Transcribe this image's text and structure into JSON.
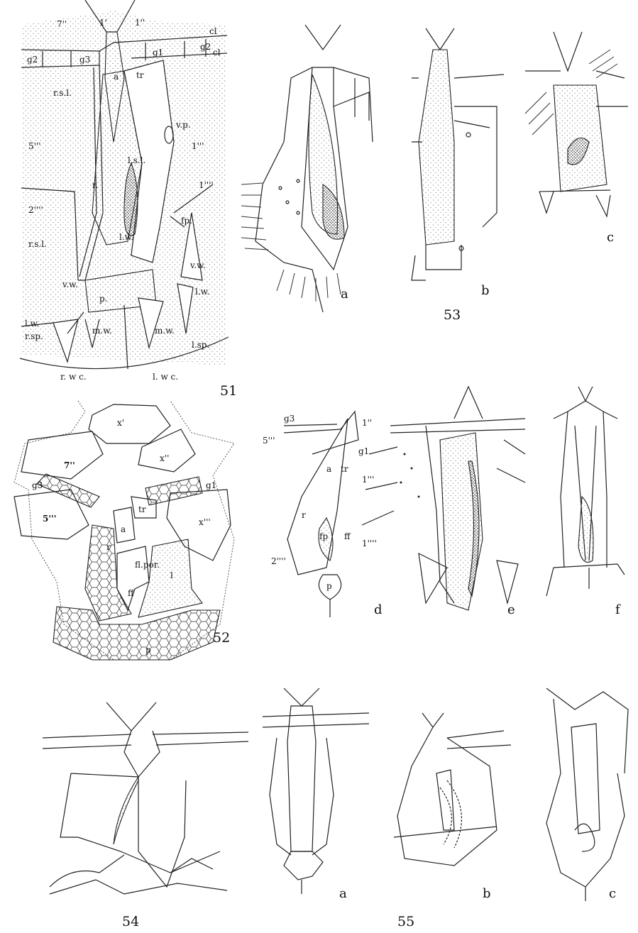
{
  "figures": {
    "fig51": {
      "number": "51",
      "labels": [
        "7''",
        "1'",
        "1''",
        "cl",
        "cl",
        "g2",
        "g3",
        "g1",
        "g2",
        "a",
        "tr",
        "r.s.l.",
        "v.p.",
        "5'''",
        "1'''",
        "l.s.l.",
        "r.",
        "fp.",
        "1''''",
        "2''''",
        "r.s.l.",
        "l.w.",
        "v.w.",
        "v.w.",
        "p.",
        "l.w.",
        "l.w.",
        "r.sp.",
        "m.w.",
        "m.w.",
        "l.sp.",
        "r. w c.",
        "l. w c."
      ]
    },
    "fig52": {
      "number": "52",
      "labels": [
        "x'",
        "7''",
        "x''",
        "g3",
        "g1",
        "5'''",
        "tr",
        "a",
        "x'''",
        "r",
        "fl.por.",
        "ff",
        "l",
        "p"
      ]
    },
    "fig53": {
      "number": "53",
      "panels": [
        "a",
        "b",
        "c",
        "d",
        "e",
        "f"
      ],
      "labels_d": [
        "g3",
        "1''",
        "5'''",
        "g1",
        "a",
        "tr",
        "1'''",
        "r",
        "fp",
        "ff",
        "1''''",
        "2''''",
        "p"
      ]
    },
    "fig54": {
      "number": "54"
    },
    "fig55": {
      "number": "55",
      "panels": [
        "a",
        "b",
        "c"
      ]
    }
  }
}
